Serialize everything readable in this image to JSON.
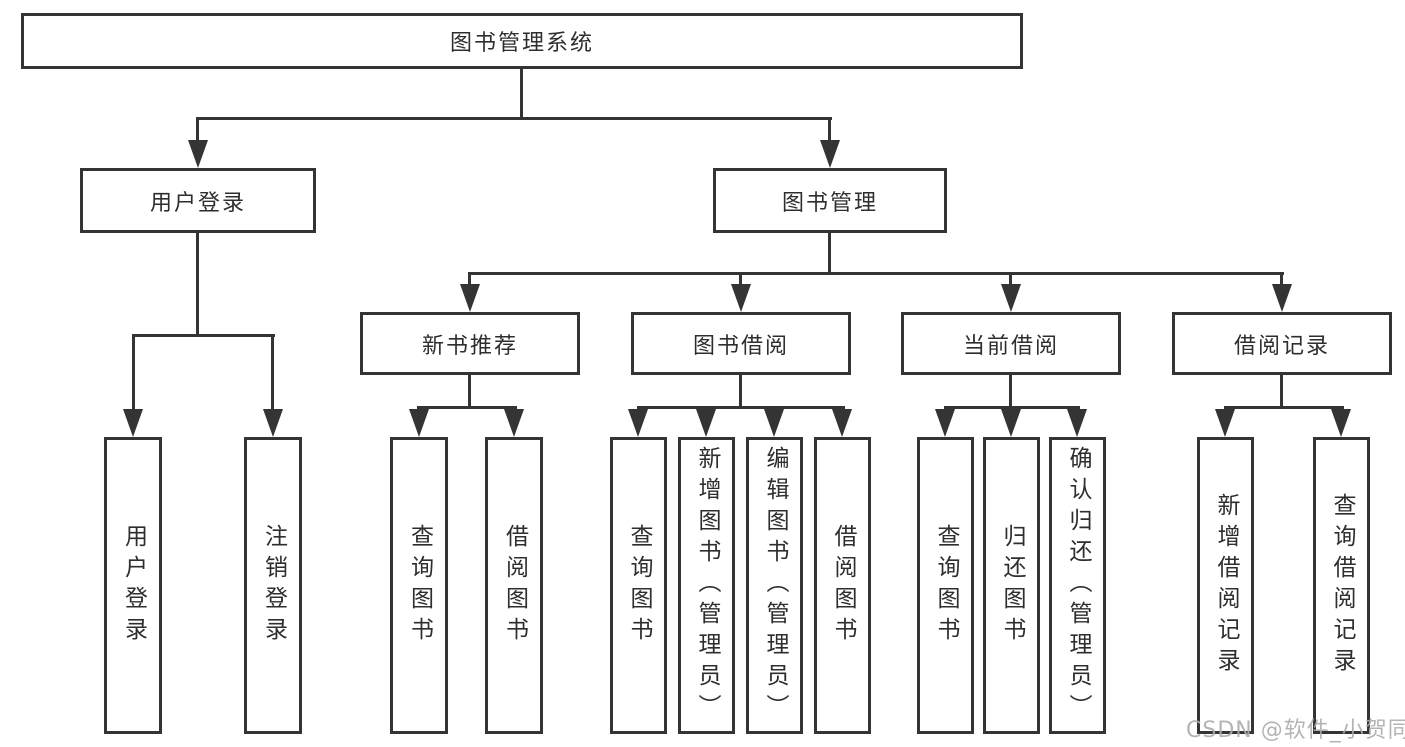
{
  "nodes": {
    "root": "图书管理系统",
    "user_login": "用户登录",
    "book_mgmt": "图书管理",
    "new_book_rec": "新书推荐",
    "book_borrow": "图书借阅",
    "current_borrow": "当前借阅",
    "borrow_record": "借阅记录",
    "leaf_user_login": "用户登录",
    "leaf_logout": "注销登录",
    "nbr_query_book": "查询图书",
    "nbr_borrow_book": "借阅图书",
    "bb_query_book": "查询图书",
    "bb_add_book": "新增图书（管理员）",
    "bb_edit_book": "编辑图书（管理员）",
    "bb_borrow_book": "借阅图书",
    "cb_query_book": "查询图书",
    "cb_return_book": "归还图书",
    "cb_confirm_return": "确认归还（管理员）",
    "br_add_record": "新增借阅记录",
    "br_query_record": "查询借阅记录"
  },
  "watermark": "CSDN @软件_小贺同学",
  "colors": {
    "line": "#343434",
    "text": "#2e2e2e",
    "watermark": "#acacac",
    "background": "#ffffff"
  }
}
